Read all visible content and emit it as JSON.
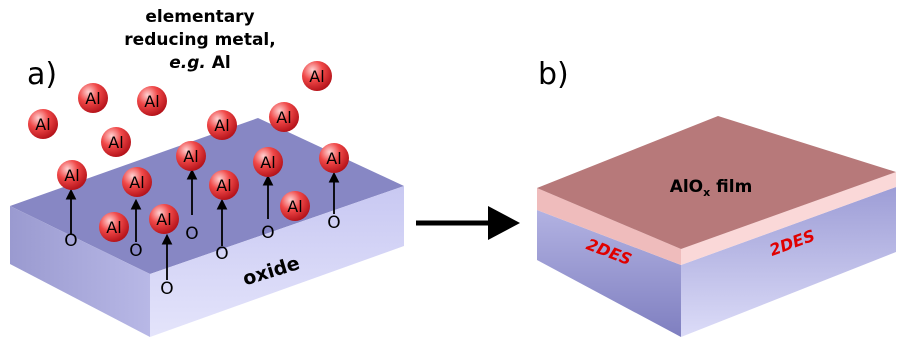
{
  "panel_a": {
    "label": "a)",
    "title_line1": "elementary",
    "title_line2": "reducing metal,",
    "title_line3_italic": "e.g.",
    "title_line3_bold": " Al",
    "substrate_label": "oxide",
    "atom_label": "Al",
    "oxygen_label": "O"
  },
  "panel_b": {
    "label": "b)",
    "film_label_main": "AlO",
    "film_label_sub": "x",
    "film_label_tail": " film",
    "interface_left": "2DES",
    "interface_right": "2DES"
  },
  "colors": {
    "substrate_top": "#8585c2",
    "substrate_front": "#d6d6f7",
    "substrate_side": "#a0a0d6",
    "film_top": "#b87a78",
    "film_band": "#f5cccc",
    "atom_red": "#e01b24",
    "interface_text": "#e00000"
  }
}
